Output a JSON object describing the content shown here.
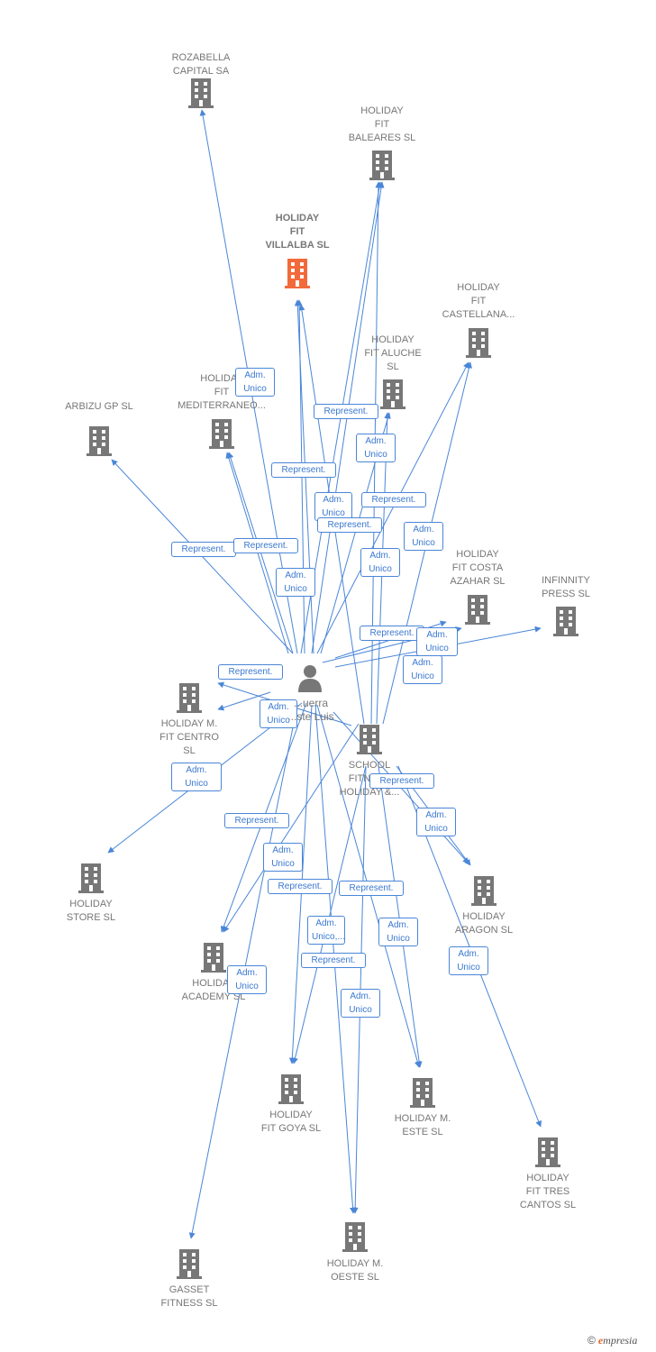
{
  "colors": {
    "edge": "#4a86d8",
    "building": "#777777",
    "highlight": "#f26a3b"
  },
  "person": {
    "label": "...uerra\n...ste Luis",
    "icon": "person-icon"
  },
  "companies": [
    {
      "id": "rozabella",
      "label": "ROZABELLA\nCAPITAL SA",
      "highlight": false
    },
    {
      "id": "baleares",
      "label": "HOLIDAY\nFIT\nBALEARES  SL",
      "highlight": false
    },
    {
      "id": "villalba",
      "label": "HOLIDAY\nFIT\nVILLALBA  SL",
      "highlight": true
    },
    {
      "id": "castellana",
      "label": "HOLIDAY\nFIT\nCASTELLANA...",
      "highlight": false
    },
    {
      "id": "aluche",
      "label": "HOLIDAY\nFIT ALUCHE\nSL",
      "highlight": false
    },
    {
      "id": "mediterraneo",
      "label": "HOLIDAY\nFIT\nMEDITERRANEO...",
      "highlight": false
    },
    {
      "id": "arbizu",
      "label": "ARBIZU GP SL",
      "highlight": false
    },
    {
      "id": "azahar",
      "label": "HOLIDAY\nFIT COSTA\nAZAHAR  SL",
      "highlight": false
    },
    {
      "id": "infinnity",
      "label": "INFINNITY\nPRESS SL",
      "highlight": false
    },
    {
      "id": "centro",
      "label": "HOLIDAY M.\nFIT CENTRO\nSL",
      "highlight": false
    },
    {
      "id": "school",
      "label": "SCHOOL\nFITNESS\nHOLIDAY &...",
      "highlight": false
    },
    {
      "id": "store",
      "label": "HOLIDAY\nSTORE  SL",
      "highlight": false
    },
    {
      "id": "aragon",
      "label": "HOLIDAY\nARAGON  SL",
      "highlight": false
    },
    {
      "id": "academy",
      "label": "HOLIDAY\nACADEMY  SL",
      "highlight": false
    },
    {
      "id": "goya",
      "label": "HOLIDAY\nFIT GOYA  SL",
      "highlight": false
    },
    {
      "id": "este",
      "label": "HOLIDAY M.\nESTE  SL",
      "highlight": false
    },
    {
      "id": "tres",
      "label": "HOLIDAY\nFIT TRES\nCANTOS  SL",
      "highlight": false
    },
    {
      "id": "oeste",
      "label": "HOLIDAY M.\nOESTE  SL",
      "highlight": false
    },
    {
      "id": "gasset",
      "label": "GASSET\nFITNESS SL",
      "highlight": false
    }
  ],
  "edge_labels": [
    "Adm.\nUnico",
    "Represent.",
    "Adm.\nUnico",
    "Represent.",
    "Adm.\nUnico",
    "Represent.",
    "Represent.",
    "Adm.\nUnico",
    "Represent.",
    "Represent.",
    "Adm.\nUnico",
    "Adm.\nUnico",
    "Represent.",
    "Adm.\nUnico",
    "Adm.\nUnico",
    "Represent.",
    "Adm.\nUnico",
    "Adm.\nUnico,...",
    "Represent.",
    "Adm.\nUnico",
    "Represent.",
    "Represent.",
    "Adm.\nUnico",
    "Adm.\nUnico",
    "Represent.",
    "Adm.\nUnico",
    "Adm.\nUnico",
    "Adm.\nUnico",
    "Adm.\nUnico",
    "Represent."
  ],
  "footer": {
    "copyright": "©",
    "brand_initial": "e",
    "brand_rest": "mpresia"
  }
}
